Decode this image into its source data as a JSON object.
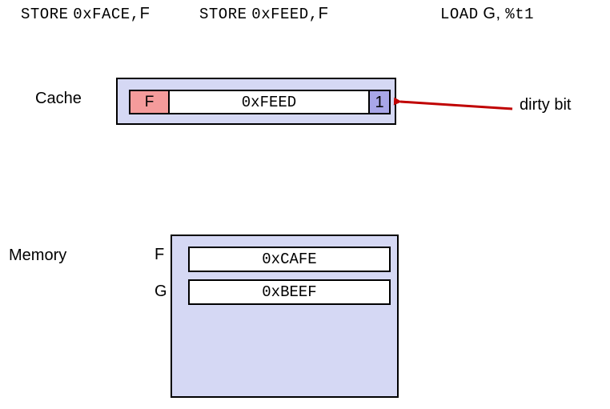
{
  "instructions": [
    {
      "op": "STORE",
      "arg": "0xFACE,",
      "reg": "F"
    },
    {
      "op": "STORE",
      "arg": "0xFEED,",
      "reg": "F"
    },
    {
      "op": "LOAD",
      "reg": "G,",
      "arg": "%t1"
    }
  ],
  "cache": {
    "label": "Cache",
    "line": {
      "tag": "F",
      "data": "0xFEED",
      "dirty": "1"
    },
    "annotation": "dirty bit"
  },
  "memory": {
    "label": "Memory",
    "cells": [
      {
        "addr": "F",
        "value": "0xCAFE"
      },
      {
        "addr": "G",
        "value": "0xBEEF"
      }
    ]
  },
  "colors": {
    "box_fill": "#d5d8f4",
    "tag_fill": "#f59b9b",
    "dirty_fill": "#a8a6e8",
    "arrow": "#c00000"
  }
}
